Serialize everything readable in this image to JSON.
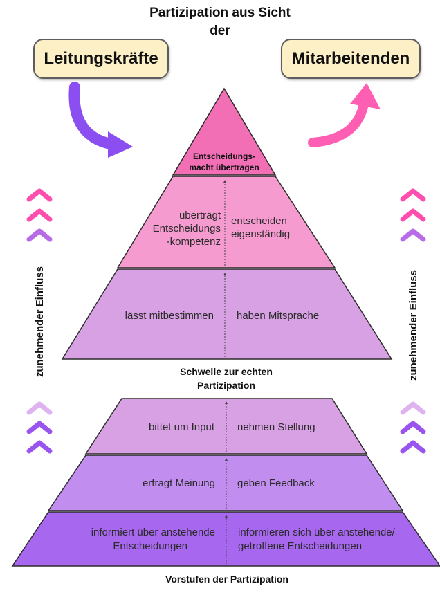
{
  "header": {
    "title_line1": "Partizipation aus Sicht",
    "title_line2": "der"
  },
  "perspectives": {
    "left": "Leitungskräfte",
    "right": "Mitarbeitenden"
  },
  "pyramid_top": {
    "line1": "Entscheidungs-",
    "line2": "macht übertragen",
    "color": "#f26fb6"
  },
  "upper_levels": [
    {
      "left_lines": [
        "überträgt",
        "Entscheidungs",
        "-kompetenz"
      ],
      "right_lines": [
        "entscheiden",
        "eigenständig"
      ],
      "color": "#f59bd0"
    },
    {
      "left_lines": [
        "lässt mitbestimmen"
      ],
      "right_lines": [
        "haben Mitsprache"
      ],
      "color": "#d8a1e3"
    }
  ],
  "threshold": {
    "line1": "Schwelle zur echten",
    "line2": "Partizipation"
  },
  "lower_levels": [
    {
      "left_lines": [
        "bittet um Input"
      ],
      "right_lines": [
        "nehmen Stellung"
      ],
      "color": "#d8a1e3"
    },
    {
      "left_lines": [
        "erfragt Meinung"
      ],
      "right_lines": [
        "geben Feedback"
      ],
      "color": "#c18ef0"
    },
    {
      "left_lines": [
        "informiert über anstehende",
        "Entscheidungen"
      ],
      "right_lines": [
        "informieren sich über anstehende/",
        "getroffene Entscheidungen"
      ],
      "color": "#a767ee"
    }
  ],
  "footer": "Vorstufen der Partizipation",
  "side_label": "zunehmender Einfluss",
  "colors": {
    "arrow_left": "#8b4ef0",
    "arrow_right": "#ff5fb3",
    "chevron_pink": "#ff4fae",
    "chevron_lilac": "#b86be6",
    "chevron_light": "#deb3f0",
    "chevron_purple": "#9a55ee"
  }
}
